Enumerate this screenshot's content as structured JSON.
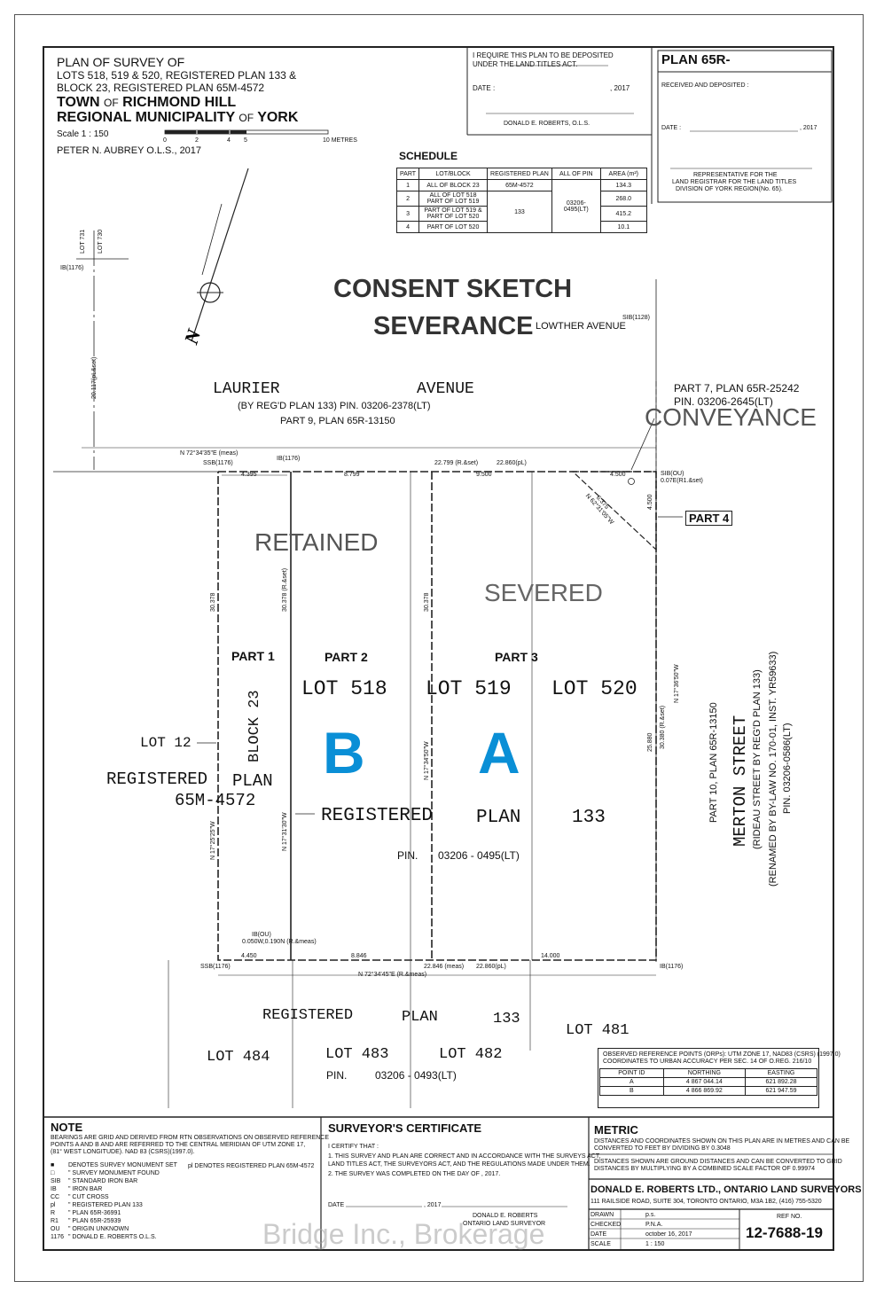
{
  "title_block": {
    "line1": "PLAN OF SURVEY OF",
    "line2": "LOTS 518, 519 & 520, REGISTERED PLAN 133 &",
    "line3": "BLOCK 23, REGISTERED PLAN 65M-4572",
    "town_a": "TOWN",
    "town_of": "OF",
    "town_b": "RICHMOND HILL",
    "region_a": "REGIONAL MUNICIPALITY",
    "region_of": "OF",
    "region_b": "YORK",
    "scale": "Scale   1 : 150",
    "scale_ticks": [
      "0",
      "2",
      "4",
      "5",
      "10 METRES"
    ],
    "surveyor": "PETER N. AUBREY  O.L.S.,     2017"
  },
  "deposit_block": {
    "line1": "I REQUIRE THIS PLAN TO BE DEPOSITED",
    "line2": "UNDER THE LAND TITLES ACT.",
    "date_label": "DATE :",
    "date_year": ", 2017",
    "signer": "DONALD E. ROBERTS, O.L.S."
  },
  "plan_block": {
    "title": "PLAN 65R-",
    "received": "RECEIVED AND DEPOSITED :",
    "date_label": "DATE :",
    "date_year": ", 2017",
    "rep1": "REPRESENTATIVE FOR THE",
    "rep2": "LAND REGISTRAR FOR THE LAND TITLES",
    "rep3": "DIVISION OF YORK REGION(No. 65)."
  },
  "schedule": {
    "title": "SCHEDULE",
    "headers": [
      "PART",
      "LOT/BLOCK",
      "REGISTERED PLAN",
      "ALL OF PIN",
      "AREA (m²)"
    ],
    "rows": [
      {
        "part": "1",
        "lot": "ALL OF BLOCK 23",
        "plan": "65M-4572",
        "area": "134.3"
      },
      {
        "part": "2",
        "lot": "ALL OF LOT 518",
        "lot2": "PART OF LOT 519",
        "area": "268.0"
      },
      {
        "part": "3",
        "lot": "PART OF LOT 519 &",
        "lot2": "PART OF LOT 520",
        "area": "415.2"
      },
      {
        "part": "4",
        "lot": "PART OF LOT 520",
        "area": "10.1"
      }
    ],
    "shared_plan": "133",
    "shared_pin": "03206-0495(LT)"
  },
  "headings": {
    "consent": "CONSENT SKETCH",
    "severance": "SEVERANCE",
    "conveyance": "CONVEYANCE",
    "retained": "RETAINED",
    "severed": "SEVERED",
    "mark_b": "B",
    "mark_a": "A"
  },
  "streets": {
    "lowther": "LOWTHER  AVENUE",
    "laurier_a": "LAURIER",
    "laurier_b": "AVENUE",
    "laurier_sub": "(BY REG'D PLAN 133) PIN. 03206-2378(LT)",
    "part9": "PART 9, PLAN 65R-13150",
    "part7": "PART 7, PLAN 65R-25242",
    "part7_pin": "PIN. 03206-2645(LT)",
    "merton1": "MERTON   STREET",
    "merton2": "(RIDEAU STREET BY REG'D PLAN 133)",
    "merton3": "(RENAMED BY BY-LAW NO. 170-01, INST. YR59633)",
    "merton4": "PIN. 03206-0586(LT)",
    "part10": "PART 10, PLAN 65R-13150"
  },
  "parcels": {
    "part1": "PART 1",
    "part2": "PART   2",
    "part3": "PART   3",
    "part4": "PART 4",
    "lot518": "LOT 518",
    "lot519": "LOT 519",
    "lot520": "LOT 520",
    "block23": "BLOCK 23",
    "lot12": "LOT 12",
    "reg_plan_a": "REGISTERED",
    "reg_plan_b": "PLAN",
    "reg_plan_c": "65M-4572",
    "reg133_a": "REGISTERED",
    "reg133_b": "PLAN",
    "reg133_c": "133",
    "pin_a": "PIN.",
    "pin_b": "03206  -  0495(LT)",
    "lot731": "LOT 731",
    "lot730": "LOT 730",
    "ib1176": "IB(1176)",
    "sib1128": "SIB(1128)"
  },
  "south": {
    "reg_a": "REGISTERED",
    "reg_b": "PLAN",
    "reg_c": "133",
    "lot481": "LOT 481",
    "lot482": "LOT 482",
    "lot483": "LOT 483",
    "lot484": "LOT 484",
    "pin_a": "PIN.",
    "pin_b": "03206  -  0493(LT)"
  },
  "dims": {
    "north_bearing": "N 72°34'35\"E (meas)",
    "south_bearing": "N 72°34'45\"E (R.&meas)",
    "d4395": "4.395",
    "d8799": "8.799",
    "d22799": "22.799 (R.&set)",
    "d22860": "22.860(pL)",
    "d9500": "9.500",
    "d4500a": "4.500",
    "d4500b": "4.500",
    "d6375": "6.375",
    "bear_diag": "N 62°31'05\"W",
    "d30378a": "30.378",
    "d30378b": "30.378 (R.&set)",
    "d30378c": "30.378",
    "d25880": "25.880",
    "d30380": "30.380 (R.&set)",
    "bear_w": "N 17°25'25\"W",
    "bear_2": "N 17°31'30\"W",
    "bear_3": "N 17°34'50\"W",
    "bear_e": "N 17°36'50\"W",
    "d4450": "4.450",
    "d8846": "8.846",
    "d22846": "22.846 (meas)",
    "d22860s": "22.860(pL)",
    "d14000": "14.000",
    "d20117": "20.117(pL&set)",
    "ssb1176n": "SSB(1176)",
    "ib1176n": "IB(1176)",
    "sibou": "SIB(OU)",
    "offset": "0.07E(R1.&set)",
    "ssb1176s": "SSB(1176)",
    "ib1176s": "IB(1176)",
    "ibou": "IB(OU)",
    "offset_s": "0.050W,0.190N (R.&meas)"
  },
  "orp": {
    "line1": "OBSERVED REFERENCE POINTS (ORPs): UTM ZONE 17, NAD83 (CSRS) (1997.0)",
    "line2": "COORDINATES TO URBAN ACCURACY PER SEC. 14 OF O.REG. 216/10",
    "headers": [
      "POINT ID",
      "NORTHING",
      "EASTING"
    ],
    "rows": [
      {
        "id": "A",
        "n": "4 867 044.14",
        "e": "621 892.28"
      },
      {
        "id": "B",
        "n": "4 866 869.92",
        "e": "621 947.59"
      }
    ]
  },
  "note": {
    "title": "NOTE",
    "l1": "BEARINGS ARE GRID AND DERIVED FROM RTN OBSERVATIONS ON OBSERVED REFERENCE",
    "l2": "POINTS A AND B AND ARE REFERRED TO THE CENTRAL MERIDIAN OF UTM ZONE 17,",
    "l3": "(81° WEST LONGITUDE). NAD 83 (CSRS)(1997.0).",
    "legend": [
      {
        "k": "■",
        "v": "DENOTES   SURVEY MONUMENT SET"
      },
      {
        "k": "□",
        "v": "\"        SURVEY MONUMENT FOUND"
      },
      {
        "k": "SIB",
        "v": "\"        STANDARD IRON BAR"
      },
      {
        "k": "IB",
        "v": "\"        IRON BAR"
      },
      {
        "k": "CC",
        "v": "\"        CUT CROSS"
      },
      {
        "k": "pl",
        "v": "\"        REGISTERED PLAN 133"
      },
      {
        "k": "R",
        "v": "\"        PLAN 65R-36991"
      },
      {
        "k": "R1",
        "v": "\"        PLAN 65R-25939"
      },
      {
        "k": "OU",
        "v": "\"        ORIGIN UNKNOWN"
      },
      {
        "k": "1176",
        "v": "\"        DONALD E. ROBERTS O.L.S."
      }
    ],
    "pl_note": "pl   DENOTES    REGISTERED PLAN 65M-4572"
  },
  "certificate": {
    "title": "SURVEYOR'S CERTIFICATE",
    "l0": "I CERTIFY THAT :",
    "l1": "1. THIS SURVEY AND PLAN ARE CORRECT AND IN ACCORDANCE WITH THE SURVEYS ACT,",
    "l2": "LAND TITLES ACT, THE SURVEYORS ACT, AND THE REGULATIONS MADE UNDER THEM.",
    "l3": "2. THE SURVEY WAS COMPLETED ON THE        DAY OF           , 2017.",
    "date_label": "DATE",
    "date_year": ", 2017",
    "sign1": "DONALD E. ROBERTS",
    "sign2": "ONTARIO LAND SURVEYOR"
  },
  "metric": {
    "title": "METRIC",
    "l1": "DISTANCES AND COORDINATES SHOWN ON THIS PLAN ARE IN METRES AND CAN BE",
    "l2": "CONVERTED TO FEET BY DIVIDING BY 0.3048",
    "l3": "DISTANCES SHOWN ARE GROUND DISTANCES AND CAN BE CONVERTED TO GRID",
    "l4": "DISTANCES BY MULTIPLYING BY A COMBINED SCALE FACTOR OF 0.99974"
  },
  "firm": {
    "name": "DONALD E. ROBERTS LTD., ONTARIO LAND SURVEYORS",
    "address": "111 RAILSIDE ROAD, SUITE 304, TORONTO ONTARIO, M3A 1B2, (416) 755-5320",
    "drawn_l": "DRAWN",
    "drawn_v": "p.s.",
    "checked_l": "CHECKED",
    "checked_v": "P.N.A.",
    "date_l": "DATE",
    "date_v": "october 16, 2017",
    "scale_l": "SCALE",
    "scale_v": "1 : 150",
    "ref_l": "REF NO.",
    "ref_v": "12-7688-19"
  },
  "watermark": "Bridge Inc., Brokerage",
  "colors": {
    "accent": "#0a8fd6"
  }
}
